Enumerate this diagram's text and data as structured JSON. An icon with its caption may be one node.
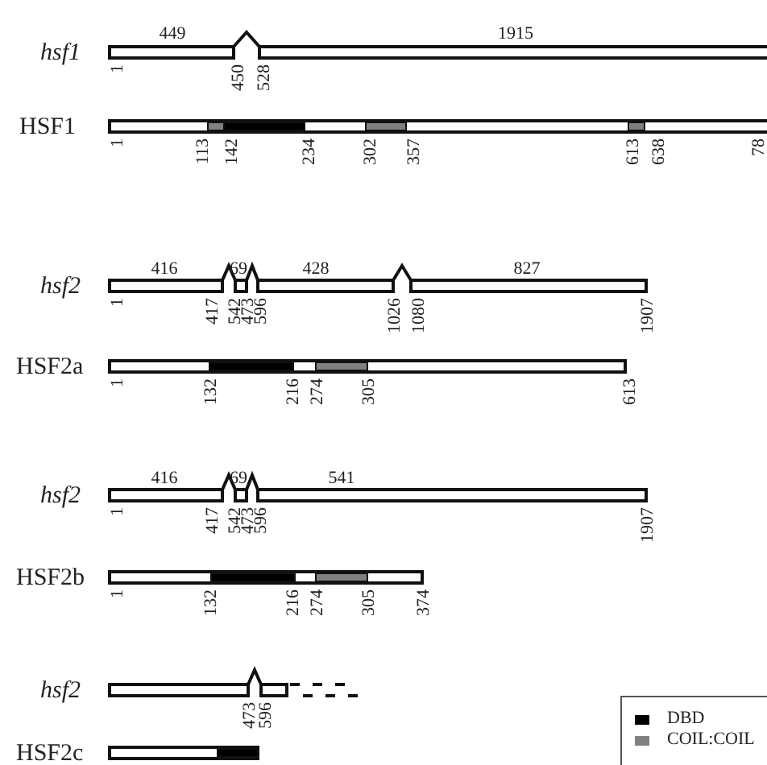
{
  "diagram": {
    "nodes": [
      {
        "text": [
          "hsf1",
          "449",
          "1915"
        ],
        "beside": [
          "1",
          "450",
          "528"
        ]
      },
      {
        "text": [
          "HSF1"
        ],
        "beside": [
          "1",
          "113",
          "142",
          "234",
          "302",
          "357",
          "613",
          "638",
          "78"
        ]
      },
      {
        "text": [
          "hsf2",
          "416",
          "69",
          "428",
          "827"
        ],
        "beside": [
          "1",
          "417",
          "542",
          "473",
          "596",
          "1026",
          "1080",
          "1907"
        ]
      },
      {
        "text": [
          "HSF2a"
        ],
        "beside": [
          "1",
          "132",
          "216",
          "274",
          "305",
          "613"
        ]
      },
      {
        "text": [
          "hsf2",
          "416",
          "69",
          "541"
        ],
        "beside": [
          "1",
          "417",
          "542",
          "473",
          "596",
          "1907"
        ]
      },
      {
        "text": [
          "HSF2b"
        ],
        "beside": [
          "1",
          "132",
          "216",
          "274",
          "305",
          "374"
        ]
      },
      {
        "text": [
          "hsf2"
        ],
        "beside": [
          "473",
          "596"
        ]
      },
      {
        "text": [
          "HSF2c"
        ]
      }
    ],
    "edges": [],
    "legend": [
      {
        "text": "DBD",
        "color": "#000000"
      },
      {
        "text": "COIL:COIL",
        "color": "#808080"
      }
    ]
  }
}
